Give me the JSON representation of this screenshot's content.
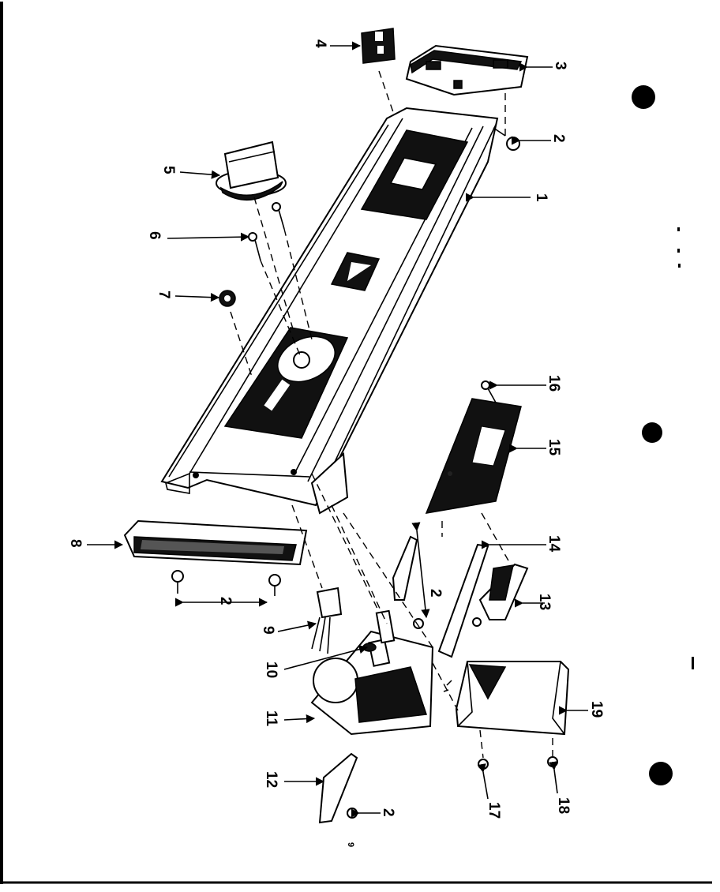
{
  "diagram": {
    "page_number": "9",
    "callouts": [
      {
        "id": "c1",
        "label": "1"
      },
      {
        "id": "c2a",
        "label": "2"
      },
      {
        "id": "c2b",
        "label": "2"
      },
      {
        "id": "c2c",
        "label": "2"
      },
      {
        "id": "c2d",
        "label": "2"
      },
      {
        "id": "c3",
        "label": "3"
      },
      {
        "id": "c4",
        "label": "4"
      },
      {
        "id": "c5",
        "label": "5"
      },
      {
        "id": "c6",
        "label": "6"
      },
      {
        "id": "c7",
        "label": "7"
      },
      {
        "id": "c8",
        "label": "8"
      },
      {
        "id": "c9",
        "label": "9"
      },
      {
        "id": "c10",
        "label": "10"
      },
      {
        "id": "c11",
        "label": "11"
      },
      {
        "id": "c12",
        "label": "12"
      },
      {
        "id": "c13",
        "label": "13"
      },
      {
        "id": "c14",
        "label": "14"
      },
      {
        "id": "c15",
        "label": "15"
      },
      {
        "id": "c16",
        "label": "16"
      },
      {
        "id": "c17",
        "label": "17"
      },
      {
        "id": "c18",
        "label": "18"
      },
      {
        "id": "c19",
        "label": "19"
      }
    ]
  }
}
